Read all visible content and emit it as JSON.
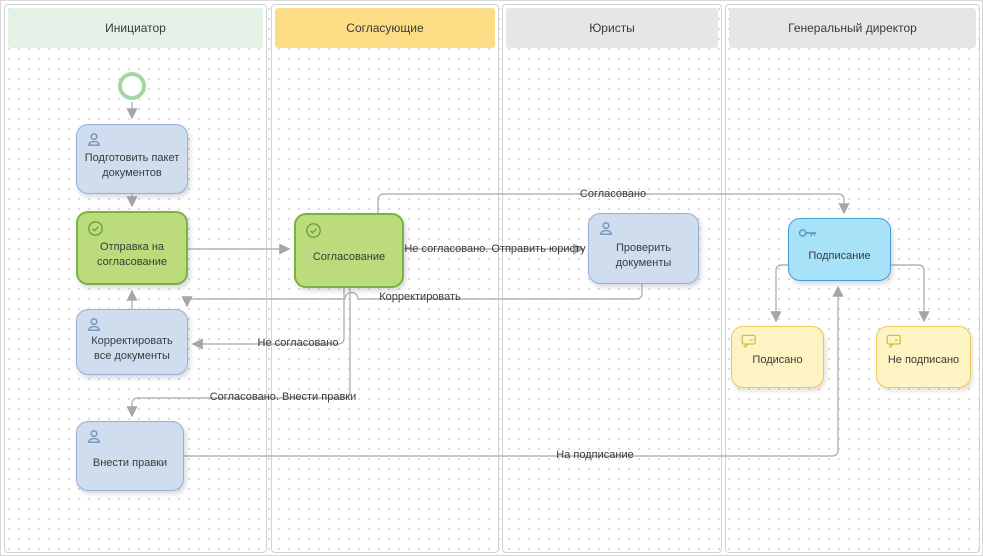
{
  "diagram": {
    "type": "bpmn-swimlane-process",
    "colors": {
      "lane_header_green": "#e4f1e6",
      "lane_header_yellow": "#fcdd86",
      "lane_header_gray": "#e6e6e6",
      "task_blue_fill": "#cfddee",
      "task_blue_border": "#96b1d5",
      "task_green_fill": "#bcdb7c",
      "task_green_border": "#79b240",
      "task_cyan_fill": "#a7e2f8",
      "task_cyan_border": "#459fd6",
      "note_yellow_fill": "#fdf3c3",
      "note_yellow_border": "#e7cb5f",
      "start_event_ring": "#a3d8a4",
      "edge_stroke": "#b3b3b3",
      "grid_dot": "#d7d7d7"
    }
  },
  "lanes": [
    {
      "label": "Инициатор"
    },
    {
      "label": "Согласующие"
    },
    {
      "label": "Юристы"
    },
    {
      "label": "Генеральный директор"
    }
  ],
  "nodes": {
    "start": {
      "type": "start-event",
      "label": ""
    },
    "prepare_docs": {
      "type": "user-task",
      "label": "Подготовить пакет документов"
    },
    "send_for_approval": {
      "type": "approve-task",
      "label": "Отправка на согласование"
    },
    "correct_all": {
      "type": "user-task",
      "label": "Корректировать все документы"
    },
    "make_edits": {
      "type": "user-task",
      "label": "Внести правки"
    },
    "approval": {
      "type": "approve-task",
      "label": "Согласование"
    },
    "check_docs": {
      "type": "user-task",
      "label": "Проверить документы"
    },
    "signing": {
      "type": "key-task",
      "label": "Подписание"
    },
    "signed": {
      "type": "note",
      "label": "Подисано"
    },
    "not_signed": {
      "type": "note",
      "label": "Не подписано"
    }
  },
  "edge_labels": {
    "approved": "Согласовано",
    "not_approved_to_lawyer": "Не согласовано. Отправить юристу",
    "correct": "Корректировать",
    "not_approved": "Не согласовано",
    "approved_make_edits": "Согласовано. Внести правки",
    "to_signing": "На подписание"
  },
  "edges": [
    {
      "from": "start",
      "to": "prepare_docs",
      "label": ""
    },
    {
      "from": "prepare_docs",
      "to": "send_for_approval",
      "label": ""
    },
    {
      "from": "send_for_approval",
      "to": "approval",
      "label": ""
    },
    {
      "from": "correct_all",
      "to": "send_for_approval",
      "label": ""
    },
    {
      "from": "approval",
      "to": "signing",
      "label": "Согласовано"
    },
    {
      "from": "approval",
      "to": "check_docs",
      "label": "Не согласовано. Отправить юристу"
    },
    {
      "from": "check_docs",
      "to": "correct_all",
      "label": "Корректировать"
    },
    {
      "from": "approval",
      "to": "correct_all",
      "label": "Не согласовано"
    },
    {
      "from": "approval",
      "to": "make_edits",
      "label": "Согласовано. Внести правки"
    },
    {
      "from": "make_edits",
      "to": "signing",
      "label": "На подписание"
    },
    {
      "from": "signing",
      "to": "signed",
      "label": ""
    },
    {
      "from": "signing",
      "to": "not_signed",
      "label": ""
    }
  ]
}
